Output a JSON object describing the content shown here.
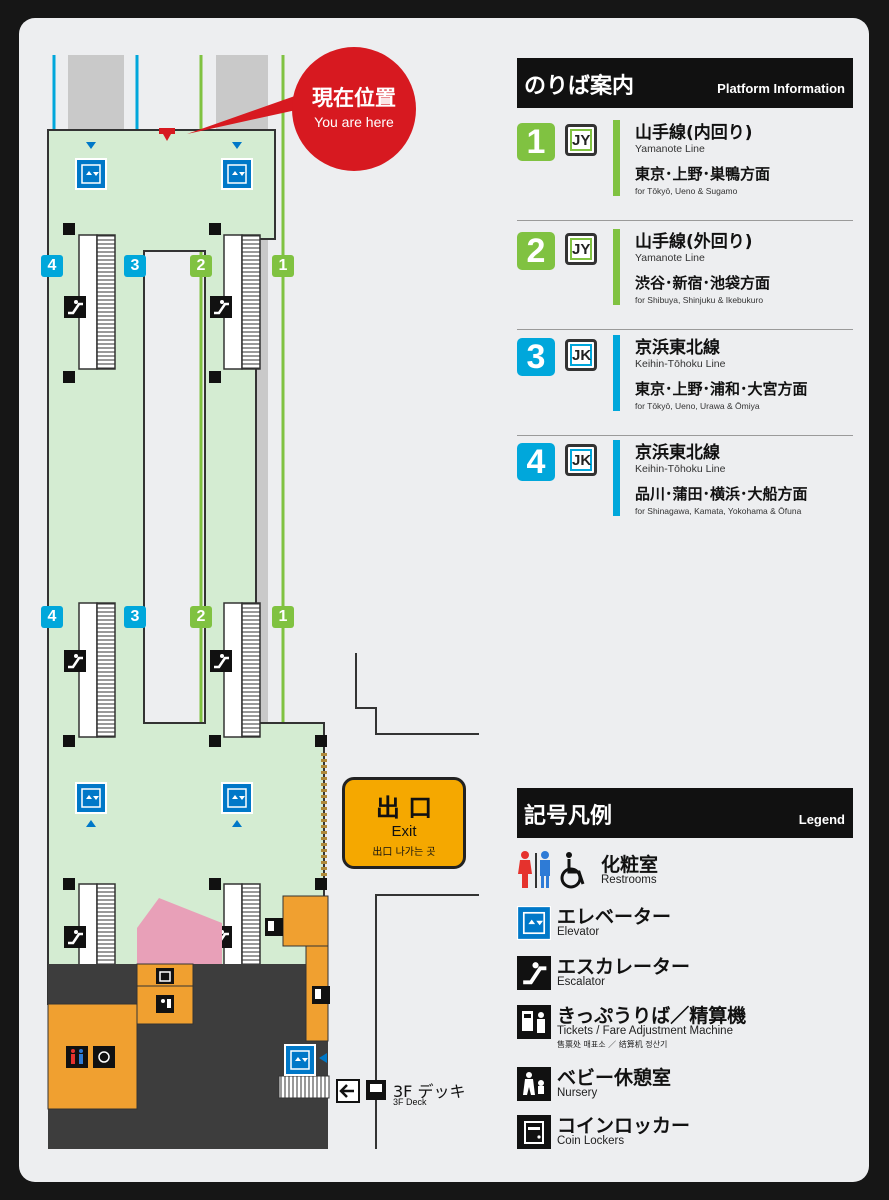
{
  "colors": {
    "yamanote": "#80c241",
    "keihin": "#00a7db",
    "concourse": "#d4ecd2",
    "exit_yellow": "#f5a800",
    "pink": "#e8a0b8",
    "here_red": "#d71920",
    "dark_area": "#3a3a3a",
    "orange": "#f0a030"
  },
  "you_are_here": {
    "jp": "現在位置",
    "en": "You are here"
  },
  "map_labels": {
    "track_1": "1",
    "track_2": "2",
    "track_3": "3",
    "track_4": "4",
    "exit_jp": "出 口",
    "exit_en": "Exit",
    "exit_ko": "出口  나가는 곳",
    "deck_jp": "3F デッキ",
    "deck_en": "3F Deck",
    "deck_arrow_icon": "arrow-left-icon"
  },
  "platform_info": {
    "title_jp": "のりば案内",
    "title_en": "Platform Information",
    "rows": [
      {
        "num": "1",
        "code": "JY",
        "color": "#80c241",
        "line_jp": "山手線(内回り)",
        "line_en": "Yamanote Line",
        "dest_jp": "東京･上野･巣鴨方面",
        "dest_en": "for Tōkyō, Ueno & Sugamo"
      },
      {
        "num": "2",
        "code": "JY",
        "color": "#80c241",
        "line_jp": "山手線(外回り)",
        "line_en": "Yamanote Line",
        "dest_jp": "渋谷･新宿･池袋方面",
        "dest_en": "for Shibuya, Shinjuku & Ikebukuro"
      },
      {
        "num": "3",
        "code": "JK",
        "color": "#00a7db",
        "line_jp": "京浜東北線",
        "line_en": "Keihin-Tōhoku Line",
        "dest_jp": "東京･上野･浦和･大宮方面",
        "dest_en": "for Tōkyō, Ueno, Urawa & Ōmiya"
      },
      {
        "num": "4",
        "code": "JK",
        "color": "#00a7db",
        "line_jp": "京浜東北線",
        "line_en": "Keihin-Tōhoku Line",
        "dest_jp": "品川･蒲田･横浜･大船方面",
        "dest_en": "for Shinagawa, Kamata, Yokohama & Ōfuna"
      }
    ]
  },
  "legend": {
    "title_jp": "記号凡例",
    "title_en": "Legend",
    "items": [
      {
        "icon": "restroom-icon",
        "jp": "化粧室",
        "en": "Restrooms",
        "ko": ""
      },
      {
        "icon": "elevator-icon",
        "jp": "エレベーター",
        "en": "Elevator",
        "ko": ""
      },
      {
        "icon": "escalator-icon",
        "jp": "エスカレーター",
        "en": "Escalator",
        "ko": ""
      },
      {
        "icon": "ticket-machine-icon",
        "jp": "きっぷうりば／精算機",
        "en": "Tickets / Fare Adjustment Machine",
        "ko": "售票处  매표소 ／ 结算机  정산기"
      },
      {
        "icon": "nursery-icon",
        "jp": "ベビー休憩室",
        "en": "Nursery",
        "ko": ""
      },
      {
        "icon": "locker-icon",
        "jp": "コインロッカー",
        "en": "Coin Lockers",
        "ko": ""
      }
    ]
  }
}
